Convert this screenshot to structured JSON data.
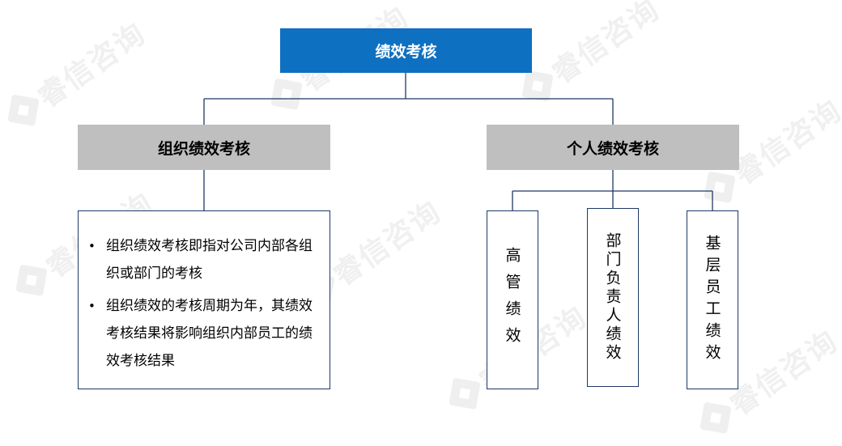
{
  "watermark": {
    "text": "睿信咨询"
  },
  "root": {
    "label": "绩效考核"
  },
  "branches": {
    "org": {
      "label": "组织绩效考核",
      "points": [
        "组织绩效考核即指对公司内部各组织或部门的考核",
        "组织绩效的考核周期为年，其绩效考核结果将影响组织内部员工的绩效考核结果"
      ]
    },
    "personal": {
      "label": "个人绩效考核",
      "children": [
        "高管绩效",
        "部门负责人绩效",
        "基层员工绩效"
      ]
    }
  },
  "colors": {
    "root_fill": "#0e70c0",
    "category_fill": "#bfbfbf",
    "line": "#1f3864"
  }
}
